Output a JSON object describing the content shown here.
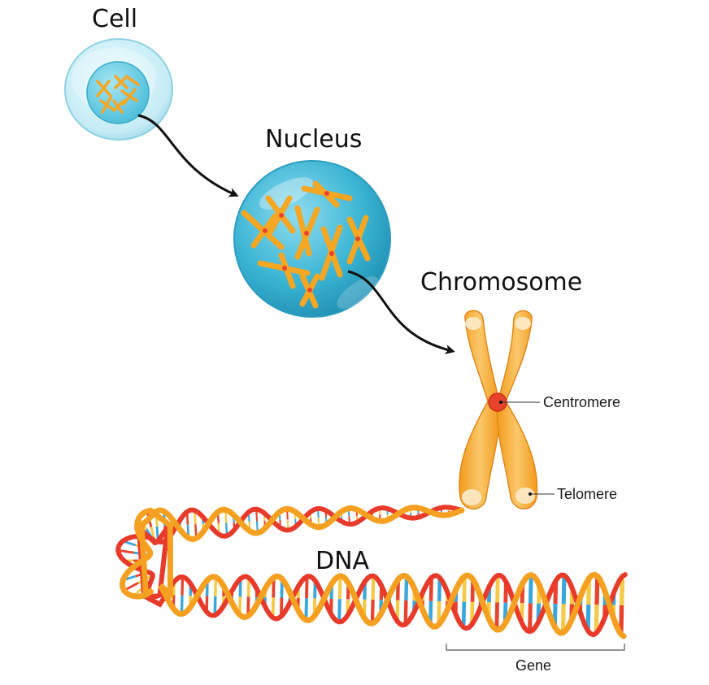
{
  "labels": {
    "cell": "Cell",
    "nucleus": "Nucleus",
    "chromosome": "Chromosome",
    "dna": "DNA",
    "centromere": "Centromere",
    "telomere": "Telomere",
    "gene": "Gene"
  },
  "colors": {
    "cell_outer": "#cdeff6",
    "cell_inner": "#7fd3e6",
    "nucleus_fill": "#3bb5d4",
    "nucleus_highlight": "#9fe3f2",
    "chromosome_orange": "#f5a623",
    "chromosome_light": "#fbd38d",
    "centromere_red": "#e8432c",
    "dna_backbone_orange": "#f5a020",
    "dna_backbone_red": "#e83a2b",
    "base_blue": "#39a6dc",
    "base_yellow": "#f7c948",
    "base_red": "#e8432c",
    "arrow": "#111111"
  }
}
